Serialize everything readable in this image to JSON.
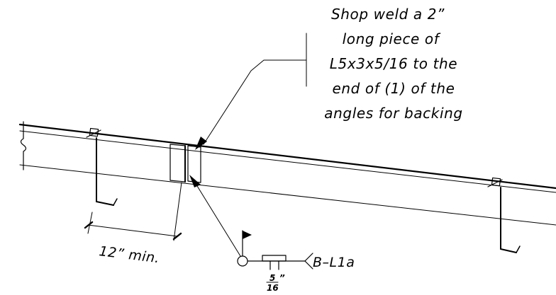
{
  "note": {
    "lines": [
      "Shop weld a 2”",
      "long piece of",
      "L5x3x5/16 to the",
      "end of (1) of the",
      "angles for backing"
    ]
  },
  "dimension": {
    "label": "12”  min."
  },
  "weld_symbol": {
    "reference": "B–L1a",
    "size_numerator": "5",
    "size_denominator": "16",
    "size_unit": "”"
  }
}
